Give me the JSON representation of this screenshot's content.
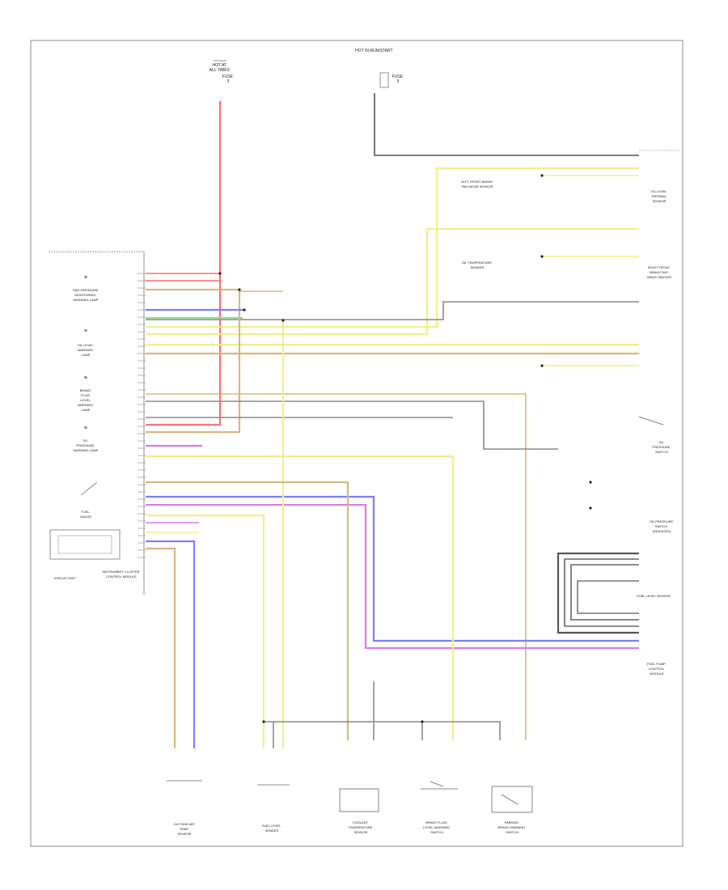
{
  "diagram": {
    "page_code": "",
    "components": [
      {
        "id": "hot-at-all-times",
        "lines": [
          "HOT AT",
          "ALL TIMES",
          "FUSE",
          "3"
        ]
      },
      {
        "id": "hot-in-run",
        "lines": [
          "HOT IN RUN/START",
          "FUSE",
          "5"
        ]
      },
      {
        "id": "tire-pressure-lamp",
        "lines": [
          "TIRE PRESSURE",
          "MONITORING",
          "WARNING LAMP"
        ]
      },
      {
        "id": "oil-level-lamp",
        "lines": [
          "OIL LEVEL",
          "WARNING",
          "LAMP"
        ]
      },
      {
        "id": "brake-lamp",
        "lines": [
          "BRAKE",
          "FLUID",
          "LEVEL",
          "WARNING",
          "LAMP"
        ]
      },
      {
        "id": "oil-pressure-lamp",
        "lines": [
          "OIL",
          "PRESSURE",
          "WARNING LAMP"
        ]
      },
      {
        "id": "fuel-gauge",
        "lines": [
          "FUEL",
          "GAUGE"
        ]
      },
      {
        "id": "display-unit",
        "lines": [
          "DISPLAY UNIT"
        ]
      },
      {
        "id": "instrument-cluster",
        "lines": [
          "INSTRUMENT CLUSTER",
          "CONTROL MODULE"
        ]
      },
      {
        "id": "oil-level-sensor",
        "lines": [
          "OIL LEVEL",
          "THERMAL",
          "SENSOR"
        ]
      },
      {
        "id": "left-front-sensor",
        "lines": [
          "LEFT FRONT BRAKE",
          "PAD WEAR SENSOR"
        ]
      },
      {
        "id": "oil-temp-sender",
        "lines": [
          "OIL TEMPERATURE",
          "SENDER"
        ]
      },
      {
        "id": "right-front-sensor",
        "lines": [
          "RIGHT FRONT",
          "BRAKE PAD",
          "WEAR SENSOR"
        ]
      },
      {
        "id": "oil-pressure-switch",
        "lines": [
          "OIL",
          "PRESSURE",
          "SWITCH"
        ]
      },
      {
        "id": "oil-pressure-switch-2",
        "lines": [
          "OIL PRESSURE",
          "SWITCH",
          "(REDUCED)"
        ]
      },
      {
        "id": "fuel-level-sensor",
        "lines": [
          "FUEL LEVEL SENSOR"
        ]
      },
      {
        "id": "fuel-pump-module",
        "lines": [
          "FUEL PUMP",
          "CONTROL",
          "MODULE"
        ]
      },
      {
        "id": "ambient-sensor",
        "lines": [
          "OUTSIDE AIR",
          "TEMP",
          "SENSOR"
        ]
      },
      {
        "id": "fuel-level-sender",
        "lines": [
          "FUEL LEVEL",
          "SENDER"
        ]
      },
      {
        "id": "coolant-sensor",
        "lines": [
          "COOLANT",
          "TEMPERATURE",
          "SENSOR"
        ]
      },
      {
        "id": "brake-fluid-switch",
        "lines": [
          "BRAKE FLUID",
          "LEVEL WARNING",
          "SWITCH"
        ]
      },
      {
        "id": "parking-brake-switch",
        "lines": [
          "PARKING",
          "BRAKE WARNING",
          "SWITCH"
        ]
      }
    ],
    "wire_colors": {
      "red": "#ff6f6f",
      "yellow": "#f1ef8a",
      "tan": "#d9b77e",
      "blue": "#7d7dff",
      "green": "#8fdd8f",
      "violet": "#e07ae0",
      "gray": "#8a8a8a",
      "black": "#555555",
      "orange": "#f4a65a"
    }
  }
}
